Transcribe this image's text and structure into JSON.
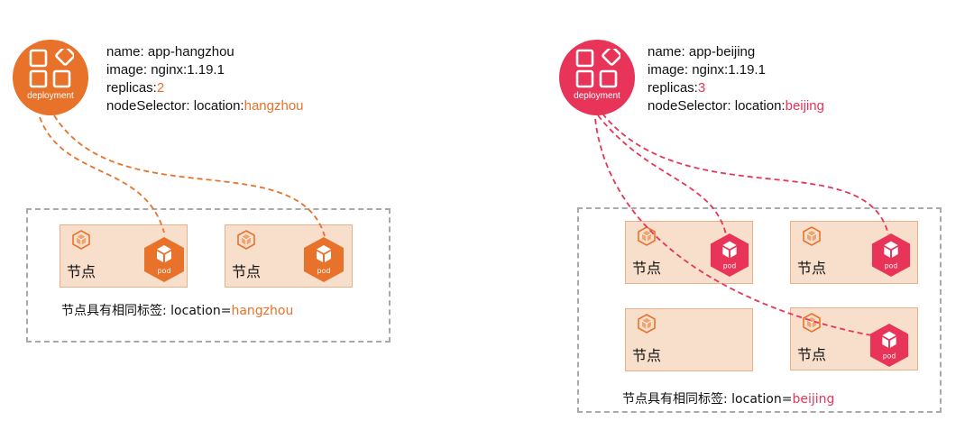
{
  "left": {
    "deployment_label": "deployment",
    "name_line": "name: app-hangzhou",
    "image_line": "image: nginx:1.19.1",
    "replicas_prefix": "replicas:",
    "replicas_value": "2",
    "selector_prefix": "nodeSelector: location:",
    "selector_value": "hangzhou",
    "nodes": [
      {
        "label": "节点",
        "pod_label": "pod"
      },
      {
        "label": "节点",
        "pod_label": "pod"
      }
    ],
    "footer_prefix": "节点具有相同标签: location=",
    "footer_value": "hangzhou",
    "color": "#e8722a"
  },
  "right": {
    "deployment_label": "deployment",
    "name_line": "name: app-beijing",
    "image_line": "image: nginx:1.19.1",
    "replicas_prefix": "replicas:",
    "replicas_value": "3",
    "selector_prefix": "nodeSelector: location:",
    "selector_value": "beijing",
    "nodes": [
      {
        "label": "节点",
        "pod_label": "pod"
      },
      {
        "label": "节点",
        "pod_label": "pod"
      },
      {
        "label": "节点"
      },
      {
        "label": "节点",
        "pod_label": "pod"
      }
    ],
    "footer_prefix": "节点具有相同标签: location=",
    "footer_value": "beijing",
    "color": "#e83458"
  }
}
